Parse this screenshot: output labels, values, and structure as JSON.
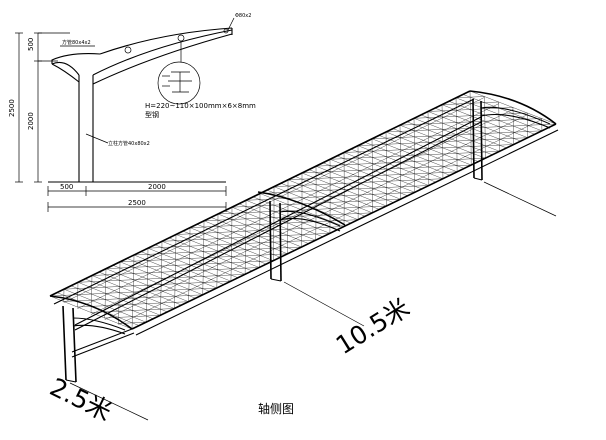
{
  "section_view": {
    "dimensions": {
      "top_height": "500",
      "pole_height": "2000",
      "total_height": "2500",
      "left_span": "500",
      "right_span": "2000",
      "total_span": "2500"
    },
    "notes": {
      "tip": "Φ80x2",
      "beam": "方管80x4x2",
      "column": "立柱方管40x80x2",
      "detail_label": "",
      "spec_line1": "H=220~110×100mm×6×8mm",
      "spec_line2": "型钢"
    }
  },
  "axonometric": {
    "length_label": "10.5米",
    "width_label": "2.5米",
    "caption": "轴侧图"
  }
}
